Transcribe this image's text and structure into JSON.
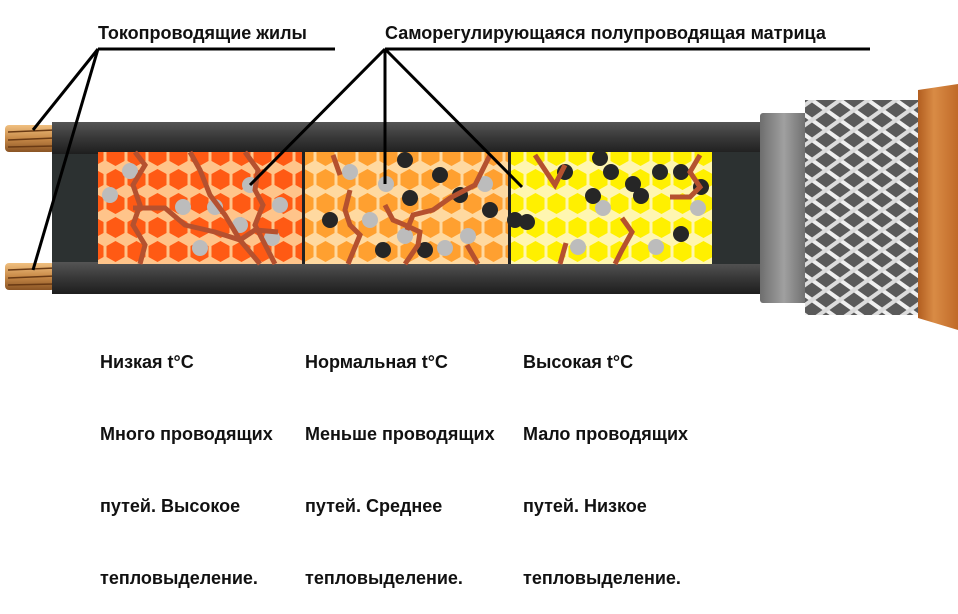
{
  "callouts": {
    "conductors": "Токопроводящие жилы",
    "matrix": "Саморегулирующаяся полупроводящая матрица"
  },
  "zones": [
    {
      "title": "Низкая t°C",
      "line1": "Много проводящих",
      "line2": "путей. Высокое",
      "line3": "тепловыделение.",
      "fill_color": "#ff5a14"
    },
    {
      "title": "Нормальная t°C",
      "line1": "Меньше проводящих",
      "line2": "путей. Среднее",
      "line3": "тепловыделение.",
      "fill_color": "#ffa030"
    },
    {
      "title": "Высокая t°C",
      "line1": "Мало проводящих",
      "line2": "путей. Низкое",
      "line3": "тепловыделение.",
      "fill_color": "#fff000"
    }
  ],
  "colors": {
    "jacket": "#3a3a3a",
    "conductor_copper": "#d89a52",
    "conductive_path": "#b5512f",
    "inactive_cell": "#bcbcbc",
    "dead_cell": "#2a2a2a",
    "outer_sheath": "#c8742e",
    "braid": "#e8e8e8",
    "foil": "#8c8c8c"
  }
}
